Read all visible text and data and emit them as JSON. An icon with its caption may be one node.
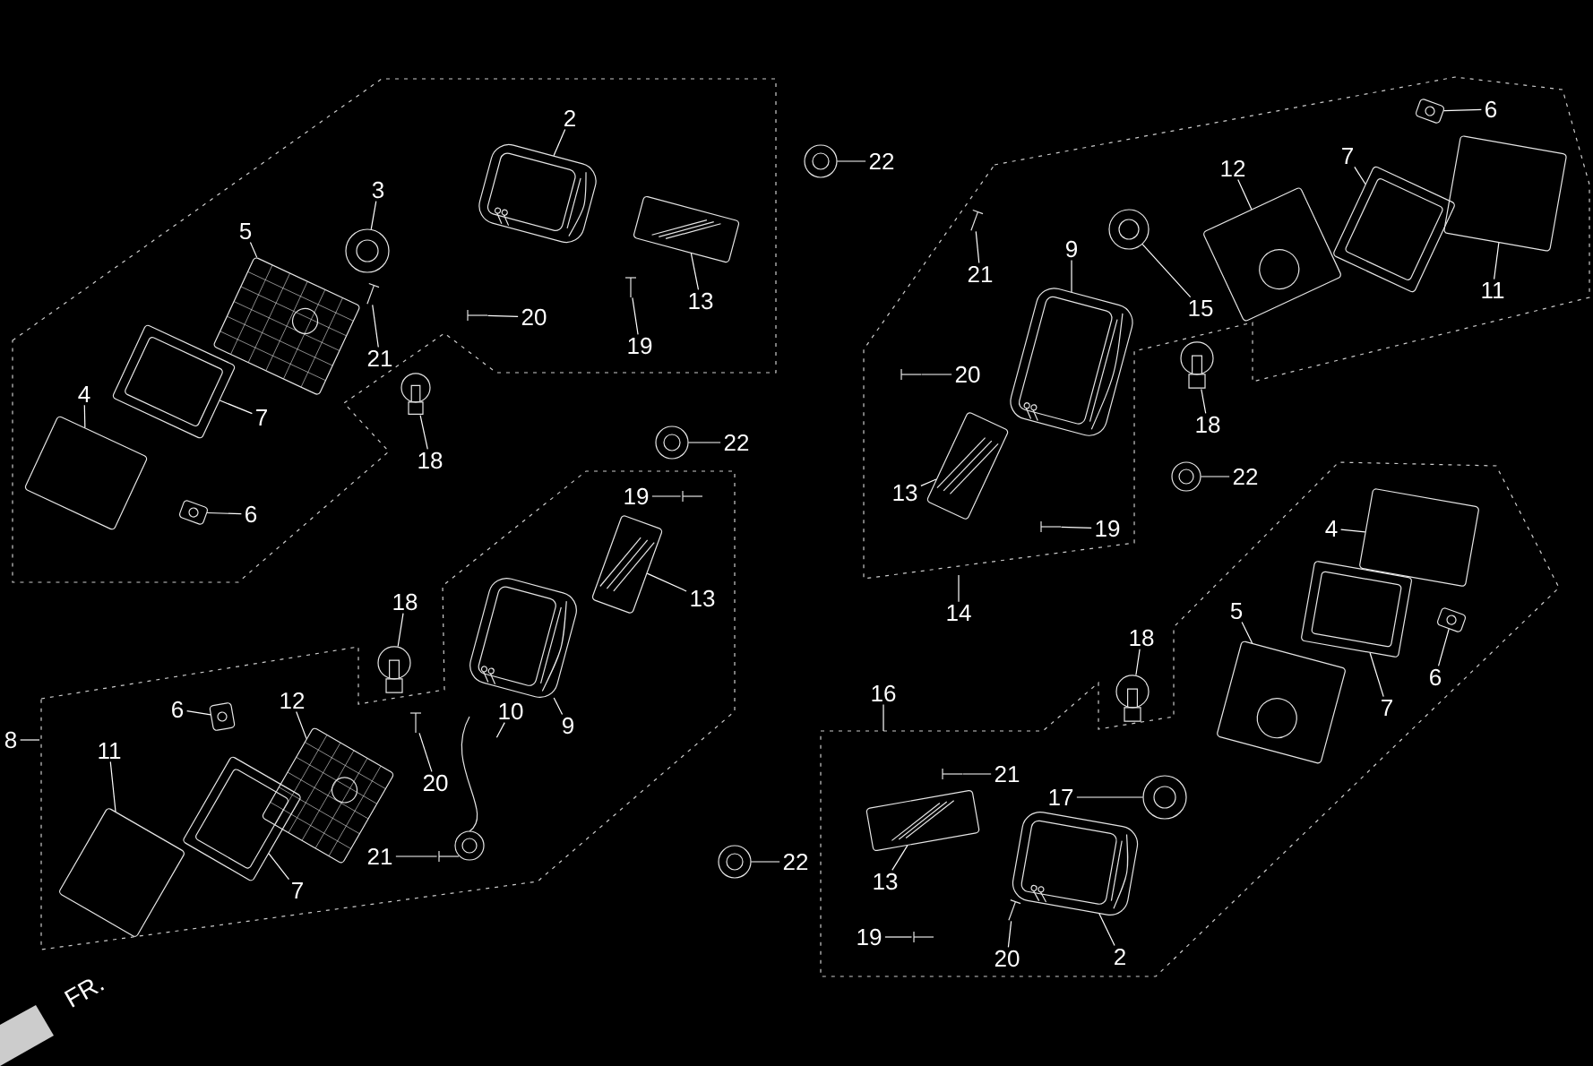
{
  "diagram": {
    "nodes": [
      {
        "text": [
          "2"
        ]
      },
      {
        "text": [
          "3"
        ]
      },
      {
        "text": [
          "5"
        ]
      },
      {
        "text": [
          "20"
        ]
      },
      {
        "text": [
          "21"
        ]
      },
      {
        "text": [
          "19"
        ]
      },
      {
        "text": [
          "13"
        ]
      },
      {
        "text": [
          "4"
        ]
      },
      {
        "text": [
          "7"
        ]
      },
      {
        "text": [
          "6"
        ]
      },
      {
        "text": [
          "18"
        ]
      },
      {
        "text": [
          "22"
        ]
      },
      {
        "text": [
          "22"
        ]
      },
      {
        "text": [
          "19"
        ]
      },
      {
        "text": [
          "13"
        ]
      },
      {
        "text": [
          "18"
        ]
      },
      {
        "text": [
          "6"
        ]
      },
      {
        "text": [
          "12"
        ]
      },
      {
        "text": [
          "10"
        ]
      },
      {
        "text": [
          "9"
        ]
      },
      {
        "text": [
          "8"
        ]
      },
      {
        "text": [
          "11"
        ]
      },
      {
        "text": [
          "20"
        ]
      },
      {
        "text": [
          "21"
        ]
      },
      {
        "text": [
          "7"
        ]
      },
      {
        "text": [
          "6"
        ]
      },
      {
        "text": [
          "12"
        ]
      },
      {
        "text": [
          "7"
        ]
      },
      {
        "text": [
          "21"
        ]
      },
      {
        "text": [
          "9"
        ]
      },
      {
        "text": [
          "15"
        ]
      },
      {
        "text": [
          "11"
        ]
      },
      {
        "text": [
          "20"
        ]
      },
      {
        "text": [
          "18"
        ]
      },
      {
        "text": [
          "22"
        ]
      },
      {
        "text": [
          "13"
        ]
      },
      {
        "text": [
          "19"
        ]
      },
      {
        "text": [
          "14"
        ]
      },
      {
        "text": [
          "4"
        ]
      },
      {
        "text": [
          "5"
        ]
      },
      {
        "text": [
          "18"
        ]
      },
      {
        "text": [
          "6"
        ]
      },
      {
        "text": [
          "7"
        ]
      },
      {
        "text": [
          "16"
        ]
      },
      {
        "text": [
          "21"
        ]
      },
      {
        "text": [
          "17"
        ]
      },
      {
        "text": [
          "22"
        ]
      },
      {
        "text": [
          "13"
        ]
      },
      {
        "text": [
          "19"
        ]
      },
      {
        "text": [
          "20"
        ]
      },
      {
        "text": [
          "2"
        ]
      },
      {
        "text": [],
        "shape": "picture"
      },
      {
        "text": [],
        "shape": "picture"
      },
      {
        "text": [],
        "shape": "picture"
      },
      {
        "text": [],
        "shape": "picture"
      },
      {
        "text": [],
        "shape": "picture"
      },
      {
        "text": [],
        "shape": "picture"
      },
      {
        "text": [],
        "shape": "picture"
      },
      {
        "text": [],
        "shape": "picture"
      },
      {
        "text": [],
        "shape": "picture"
      },
      {
        "text": [],
        "shape": "picture"
      },
      {
        "text": [],
        "shape": "picture"
      },
      {
        "text": [],
        "shape": "picture"
      },
      {
        "text": [],
        "shape": "picture"
      },
      {
        "text": [],
        "shape": "picture"
      },
      {
        "text": [],
        "shape": "picture"
      },
      {
        "text": [],
        "shape": "picture"
      },
      {
        "text": [],
        "shape": "picture"
      },
      {
        "text": [],
        "shape": "picture"
      },
      {
        "text": [],
        "shape": "picture"
      },
      {
        "text": [],
        "shape": "picture"
      },
      {
        "text": [],
        "shape": "picture"
      },
      {
        "text": [],
        "shape": "picture"
      },
      {
        "text": [],
        "shape": "picture"
      },
      {
        "text": [],
        "shape": "picture"
      },
      {
        "text": [],
        "shape": "picture"
      },
      {
        "text": [],
        "shape": "picture"
      },
      {
        "text": [],
        "shape": "picture"
      },
      {
        "text": [],
        "shape": "picture"
      },
      {
        "text": [],
        "shape": "picture"
      },
      {
        "text": [],
        "shape": "picture"
      },
      {
        "text": [],
        "shape": "picture"
      },
      {
        "text": [],
        "shape": "picture"
      },
      {
        "text": [],
        "shape": "picture"
      },
      {
        "text": [],
        "shape": "picture"
      },
      {
        "text": [],
        "shape": "picture"
      },
      {
        "text": [],
        "shape": "picture"
      },
      {
        "text": [],
        "shape": "picture"
      },
      {
        "text": [],
        "shape": "picture"
      },
      {
        "text": [],
        "shape": "picture"
      },
      {
        "text": [],
        "shape": "picture"
      },
      {
        "text": [],
        "shape": "picture"
      },
      {
        "text": [],
        "shape": "picture"
      },
      {
        "text": [],
        "shape": "picture"
      },
      {
        "text": [],
        "shape": "picture"
      },
      {
        "text": [],
        "shape": "picture"
      },
      {
        "text": [],
        "shape": "picture"
      },
      {
        "text": [],
        "shape": "picture"
      },
      {
        "text": [],
        "shape": "picture"
      }
    ],
    "edges": [
      {
        "from": 0,
        "to": 51,
        "arrow": "none"
      },
      {
        "from": 1,
        "to": 52,
        "arrow": "none"
      },
      {
        "from": 2,
        "to": 53,
        "arrow": "none"
      },
      {
        "from": 3,
        "to": 54,
        "arrow": "none"
      },
      {
        "from": 4,
        "to": 55,
        "arrow": "none"
      },
      {
        "from": 5,
        "to": 56,
        "arrow": "none"
      },
      {
        "from": 6,
        "to": 57,
        "arrow": "none"
      },
      {
        "from": 7,
        "to": 58,
        "arrow": "none"
      },
      {
        "from": 8,
        "to": 59,
        "arrow": "none"
      },
      {
        "from": 9,
        "to": 60,
        "arrow": "none"
      },
      {
        "from": 10,
        "to": 61,
        "arrow": "none"
      },
      {
        "from": 11,
        "to": 62,
        "arrow": "none"
      },
      {
        "from": 12,
        "to": 63,
        "arrow": "none"
      },
      {
        "from": 13,
        "to": 64,
        "arrow": "none"
      },
      {
        "from": 14,
        "to": 65,
        "arrow": "none"
      },
      {
        "from": 15,
        "to": 66,
        "arrow": "none"
      },
      {
        "from": 16,
        "to": 67,
        "arrow": "none"
      },
      {
        "from": 17,
        "to": 68,
        "arrow": "none"
      },
      {
        "from": 18,
        "to": 69,
        "arrow": "none"
      },
      {
        "from": 19,
        "to": 70,
        "arrow": "none"
      },
      {
        "from": 20,
        "to": null,
        "arrow": "none"
      },
      {
        "from": 21,
        "to": 71,
        "arrow": "none"
      },
      {
        "from": 22,
        "to": 72,
        "arrow": "none"
      },
      {
        "from": 23,
        "to": 73,
        "arrow": "none"
      },
      {
        "from": 24,
        "to": 74,
        "arrow": "none"
      },
      {
        "from": 25,
        "to": 75,
        "arrow": "none"
      },
      {
        "from": 26,
        "to": 76,
        "arrow": "none"
      },
      {
        "from": 27,
        "to": 77,
        "arrow": "none"
      },
      {
        "from": 28,
        "to": 78,
        "arrow": "none"
      },
      {
        "from": 29,
        "to": 79,
        "arrow": "none"
      },
      {
        "from": 30,
        "to": 80,
        "arrow": "none"
      },
      {
        "from": 31,
        "to": 81,
        "arrow": "none"
      },
      {
        "from": 32,
        "to": 82,
        "arrow": "none"
      },
      {
        "from": 33,
        "to": 83,
        "arrow": "none"
      },
      {
        "from": 34,
        "to": 84,
        "arrow": "none"
      },
      {
        "from": 35,
        "to": 85,
        "arrow": "none"
      },
      {
        "from": 36,
        "to": 86,
        "arrow": "none"
      },
      {
        "from": 37,
        "to": null,
        "arrow": "none"
      },
      {
        "from": 38,
        "to": 87,
        "arrow": "none"
      },
      {
        "from": 39,
        "to": 88,
        "arrow": "none"
      },
      {
        "from": 40,
        "to": 89,
        "arrow": "none"
      },
      {
        "from": 41,
        "to": 90,
        "arrow": "none"
      },
      {
        "from": 42,
        "to": 91,
        "arrow": "none"
      },
      {
        "from": 43,
        "to": null,
        "arrow": "none"
      },
      {
        "from": 44,
        "to": 92,
        "arrow": "none"
      },
      {
        "from": 45,
        "to": 93,
        "arrow": "none"
      },
      {
        "from": 46,
        "to": 94,
        "arrow": "none"
      },
      {
        "from": 47,
        "to": 95,
        "arrow": "none"
      },
      {
        "from": 48,
        "to": 96,
        "arrow": "none"
      },
      {
        "from": 49,
        "to": 97,
        "arrow": "none"
      },
      {
        "from": 50,
        "to": 98,
        "arrow": "none"
      }
    ],
    "labels": [
      "FR."
    ]
  }
}
